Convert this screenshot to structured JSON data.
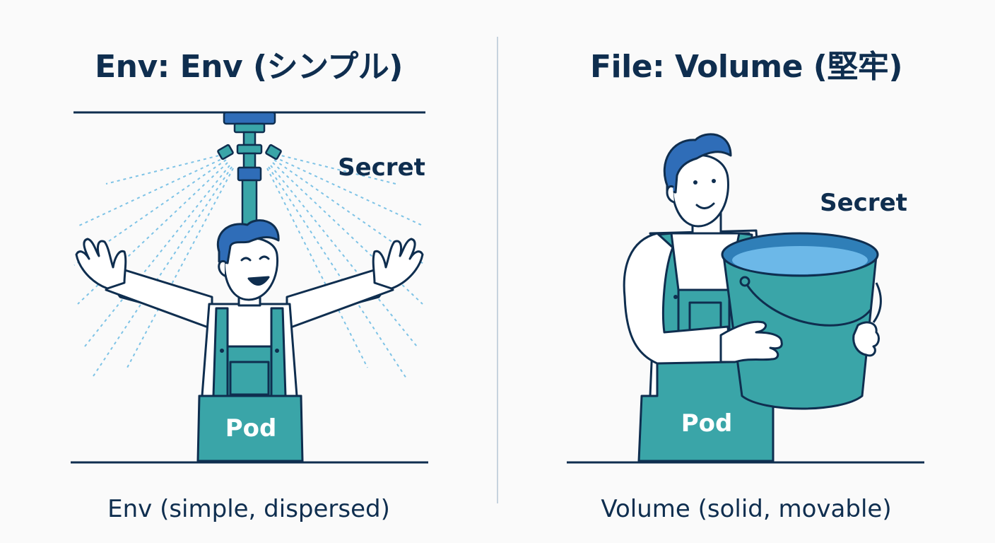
{
  "left_panel": {
    "title": "Env: Env (シンプル)",
    "secret_label": "Secret",
    "pod_label": "Pod",
    "caption": "Env (simple, dispersed)"
  },
  "right_panel": {
    "title": "File: Volume (堅牢)",
    "secret_label": "Secret",
    "pod_label": "Pod",
    "caption": "Volume (solid, movable)"
  },
  "colors": {
    "ink": "#0f2e4f",
    "teal": "#3aa5a8",
    "blue": "#2f6db8",
    "spray": "#7ec3e6",
    "water": "#6cb8e8"
  },
  "icons": [
    "shower-head-icon",
    "worker-icon",
    "bucket-icon"
  ]
}
